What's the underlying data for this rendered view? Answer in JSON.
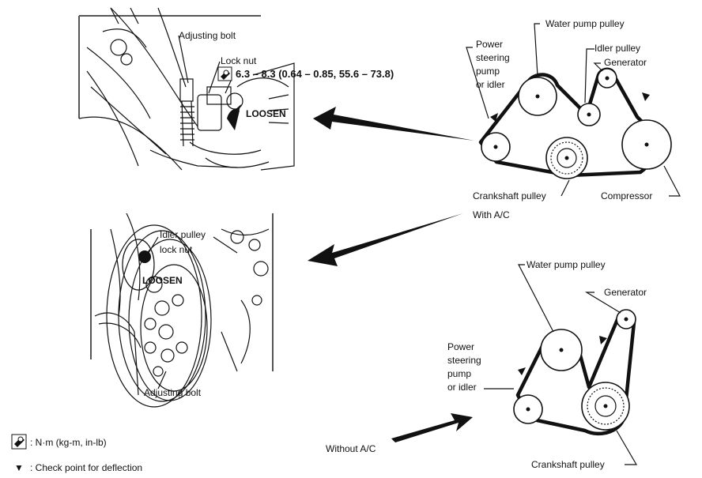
{
  "top_panel": {
    "adjusting_bolt": "Adjusting bolt",
    "lock_nut": "Lock nut",
    "torque": "6.3 – 8.3 (0.64 – 0.85, 55.6 – 73.8)",
    "loosen": "LOOSEN"
  },
  "with_ac": {
    "water_pump_pulley": "Water pump pulley",
    "idler_pulley": "Idler pulley",
    "generator": "Generator",
    "power_steering": [
      "Power",
      "steering",
      "pump",
      "or idler"
    ],
    "crankshaft_pulley": "Crankshaft pulley",
    "compressor": "Compressor",
    "caption": "With A/C"
  },
  "middle_panel": {
    "idler_pulley_lock_nut": [
      "Idler pulley",
      "lock nut"
    ],
    "loosen": "LOOSEN",
    "adjusting_bolt": "Adjusting bolt"
  },
  "without_ac": {
    "water_pump_pulley": "Water pump pulley",
    "generator": "Generator",
    "power_steering": [
      "Power",
      "steering",
      "pump",
      "or idler"
    ],
    "crankshaft_pulley": "Crankshaft pulley",
    "caption": "Without A/C"
  },
  "legend": {
    "torque_unit": ": N·m (kg-m, in-lb)",
    "check_point": ": Check point for deflection",
    "check_symbol": "▼"
  }
}
